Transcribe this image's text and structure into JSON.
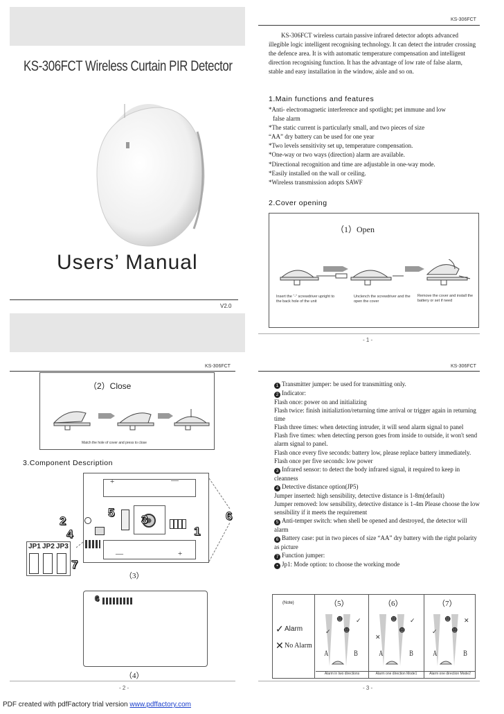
{
  "header_tag": "KS-306FCT",
  "cover": {
    "title": "KS-306FCT Wireless Curtain PIR Detector",
    "manual": "Users’ Manual",
    "version": "V2.0"
  },
  "page1": {
    "intro": "KS-306FCT wireless curtain passive infrared detector adopts advanced illegible logic intelligent recognising technology. It can detect the intruder crossing the defence area. It is with automatic temperature compensation and intelligent direction recognising function. It has the advantage of low rate of false alarm, stable and easy installation in the window, aisle and so on.",
    "features_heading": "1.Main functions and features",
    "features": [
      "*Anti- electromagnetic interference and spotlight; pet immune and low",
      "false alarm",
      "*The static current is particularly small, and two pieces of size",
      "“AA” dry battery can be used for one year",
      "*Two levels sensitivity set up, temperature compensation.",
      "*One-way or two ways (direction) alarm are available.",
      "*Directional recognition and time are adjustable in one-way mode.",
      "*Easily installed on the wall or ceiling.",
      "*Wireless transmission adopts SAWF"
    ],
    "cover_heading": "2.Cover opening",
    "open_label": "（1）Open",
    "open_steps": [
      "Insert the “-” screwdriver upright to the back hole of the unit",
      "Unclench the screwdriver and the open the cover",
      "Remove the cover and install the battery or set if need"
    ],
    "page_num": "- 1 -"
  },
  "page2": {
    "close_label": "（2）Close",
    "close_caption": "Match the hole of cover and press to close",
    "component_heading": "3.Component Description",
    "fig3_label": "（3）",
    "fig4_label": "（4）",
    "jumpers": [
      "JP1",
      "JP2",
      "JP3"
    ],
    "plus": "+",
    "minus": "—",
    "page_num": "- 2 -"
  },
  "page3": {
    "items": [
      {
        "num": "1",
        "text": "Transmitter jumper: be used for transmitting only."
      },
      {
        "num": "2",
        "text": "Indicator:"
      },
      {
        "num": "",
        "text": "Flash once: power on and initializing"
      },
      {
        "num": "",
        "text": "Flash twice: finish initializtion/returning time arrival or trigger again in returning time"
      },
      {
        "num": "",
        "text": "Flash three times: when detecting intruder, it will send alarm signal to panel"
      },
      {
        "num": "",
        "text": "Flash five times: when detecting person goes from inside to outside, it won't send alarm signal to panel."
      },
      {
        "num": "",
        "text": "Flash once every five seconds: battery low, please replace battery immediately."
      },
      {
        "num": "",
        "text": "Flash once per five seconds: low power"
      },
      {
        "num": "3",
        "text": "Infrared sensor: to detect the body infrared signal, it required to keep in cleanness"
      },
      {
        "num": "4",
        "text": "Detective distance option(JP5)"
      },
      {
        "num": "",
        "text": "Jumper inserted: high sensibility, detective distance is 1-8m(default)"
      },
      {
        "num": "",
        "text": "Jumper removed: low sensibility, detective distance is 1-4m Please choose the low sensibility if it meets the requirement"
      },
      {
        "num": "5",
        "text": "Anti-temper switch: when shell be opened and destroyed, the detector will alarm"
      },
      {
        "num": "6",
        "text": "Battery case: put in two pieces of size “AA” dry battery with the right polarity as picture"
      },
      {
        "num": "7",
        "text": "Function jumper:"
      },
      {
        "num": "•",
        "text": "Jp1: Mode option: to choose the working mode"
      }
    ],
    "table": {
      "note": "(Note)",
      "cols": [
        "（5）",
        "（6）",
        "（7）"
      ],
      "alarm": "Alarm",
      "no_alarm": "No Alarm",
      "a": "A",
      "b": "B",
      "captions": [
        "Alarm in two directions",
        "Alarm one direction Mode1",
        "Alarm one direction Mode2"
      ]
    },
    "page_num": "- 3 -"
  },
  "footer": {
    "prefix": "PDF created with pdfFactory trial version ",
    "link": "www.pdffactory.com"
  }
}
